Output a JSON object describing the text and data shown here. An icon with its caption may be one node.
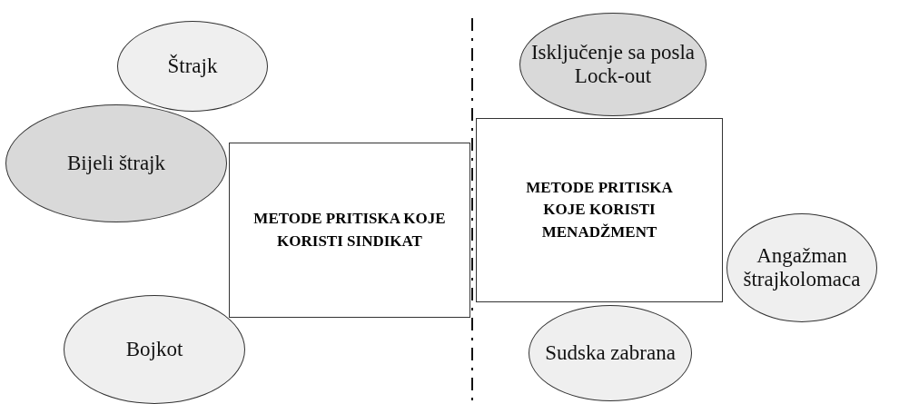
{
  "diagram": {
    "nodes": [
      {
        "text": [
          "Štrajk"
        ]
      },
      {
        "text": [
          "Bijeli štrajk"
        ]
      },
      {
        "text": [
          "METODE PRITISKA KOJE KORISTI SINDIKAT"
        ]
      },
      {
        "text": [
          "Bojkot"
        ]
      },
      {
        "text": [
          "METODE PRITISKA KOJE KORISTI MENADŽMENT"
        ]
      },
      {
        "text": [
          "Isključenje sa posla",
          "Lock-out"
        ]
      },
      {
        "text": [
          "Angažman štrajkolomaca"
        ]
      },
      {
        "text": [
          "Sudska zabrana"
        ]
      }
    ],
    "edges": []
  }
}
